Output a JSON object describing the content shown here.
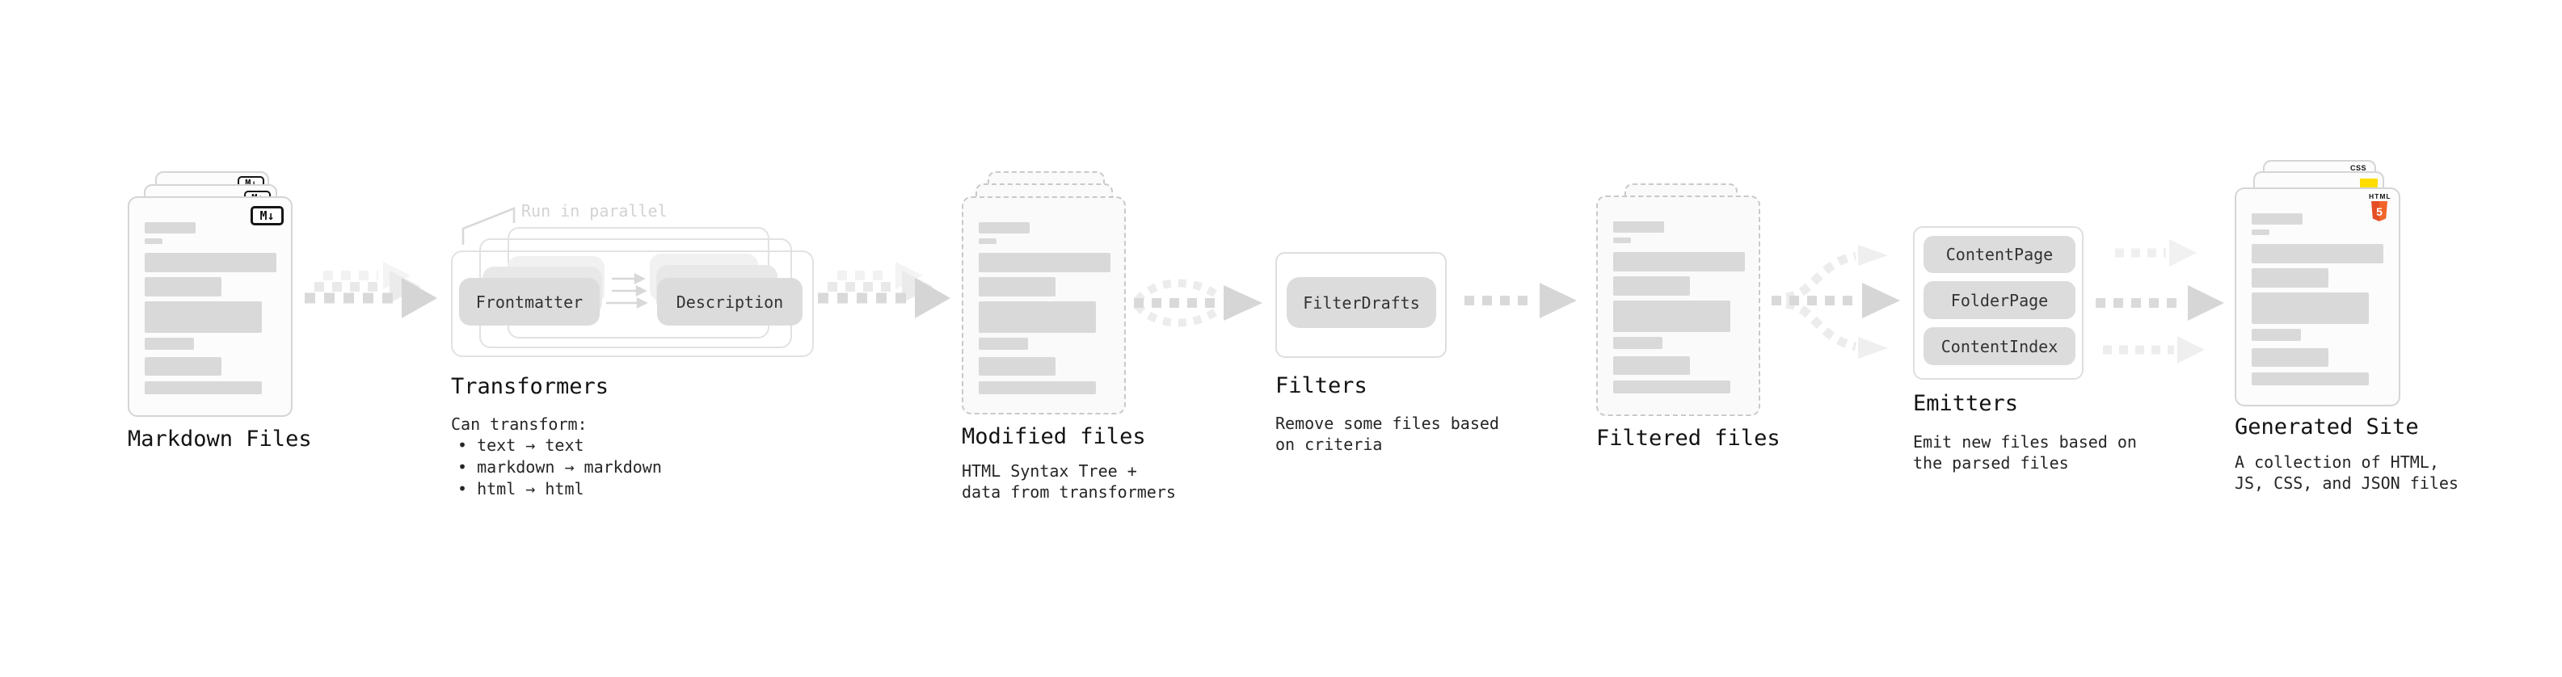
{
  "stages": {
    "markdown": {
      "label": "Markdown Files",
      "badge": "M↓",
      "file_count": 3
    },
    "transformers": {
      "label": "Transformers",
      "note": "Run in parallel",
      "pills": [
        "Frontmatter",
        "Description"
      ],
      "subtitle": "Can transform:",
      "bullets": [
        "• text → text",
        "• markdown → markdown",
        "• html → html"
      ]
    },
    "modified": {
      "label": "Modified files",
      "subtitle_lines": [
        "HTML Syntax Tree +",
        "data from transformers"
      ]
    },
    "filters": {
      "label": "Filters",
      "pill": "FilterDrafts",
      "subtitle_lines": [
        "Remove some files based",
        "on criteria"
      ]
    },
    "filtered": {
      "label": "Filtered files",
      "file_count": 2
    },
    "emitters": {
      "label": "Emitters",
      "pills": [
        "ContentPage",
        "FolderPage",
        "ContentIndex"
      ],
      "subtitle_lines": [
        "Emit new files based on",
        "the parsed files"
      ]
    },
    "generated": {
      "label": "Generated Site",
      "subtitle_lines": [
        "A collection of HTML,",
        "JS, CSS, and JSON files"
      ],
      "badges": {
        "html_caption": "HTML",
        "html_numeral": "5",
        "css": "CSS"
      }
    }
  },
  "colors": {
    "html5_orange_dark": "#e44d26",
    "html5_orange_light": "#f16529",
    "js_yellow": "#ffdd00",
    "css_blue": "#2767f4",
    "placeholder_bar_gray": "#d9d9d9",
    "arrow_gray": "#d6d6d6",
    "arrow_ghost_gray": "#eaeaea"
  }
}
